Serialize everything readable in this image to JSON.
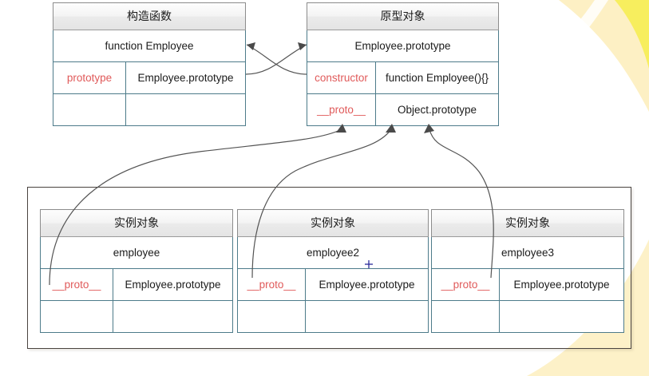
{
  "diagram": {
    "title_constructor": "构造函数",
    "title_prototype": "原型对象",
    "title_instance": "实例对象"
  },
  "constructor_table": {
    "header": "构造函数",
    "name_row": "function Employee",
    "rows": [
      {
        "key": "prototype",
        "value": "Employee.prototype"
      },
      {
        "key": "",
        "value": ""
      }
    ]
  },
  "prototype_table": {
    "header": "原型对象",
    "name_row": "Employee.prototype",
    "rows": [
      {
        "key": "constructor",
        "value": "function Employee(){}"
      },
      {
        "key": "__proto__",
        "value": "Object.prototype"
      }
    ]
  },
  "instance_tables": [
    {
      "header": "实例对象",
      "name_row": "employee",
      "rows": [
        {
          "key": "__proto__",
          "value": "Employee.prototype"
        },
        {
          "key": "",
          "value": ""
        }
      ]
    },
    {
      "header": "实例对象",
      "name_row": "employee2",
      "rows": [
        {
          "key": "__proto__",
          "value": "Employee.prototype"
        },
        {
          "key": "",
          "value": ""
        }
      ]
    },
    {
      "header": "实例对象",
      "name_row": "employee3",
      "rows": [
        {
          "key": "__proto__",
          "value": "Employee.prototype"
        },
        {
          "key": "",
          "value": ""
        }
      ]
    }
  ],
  "colors": {
    "table_border": "#4d7b8a",
    "key_text": "#e05a5a",
    "header_border": "#8c8c8c",
    "group_border": "#4a4440",
    "connector": "#545454",
    "deco_yellow": "#f6ef63",
    "deco_cream": "#fdf3cf",
    "cursor_marker": "#2b2b9c"
  }
}
